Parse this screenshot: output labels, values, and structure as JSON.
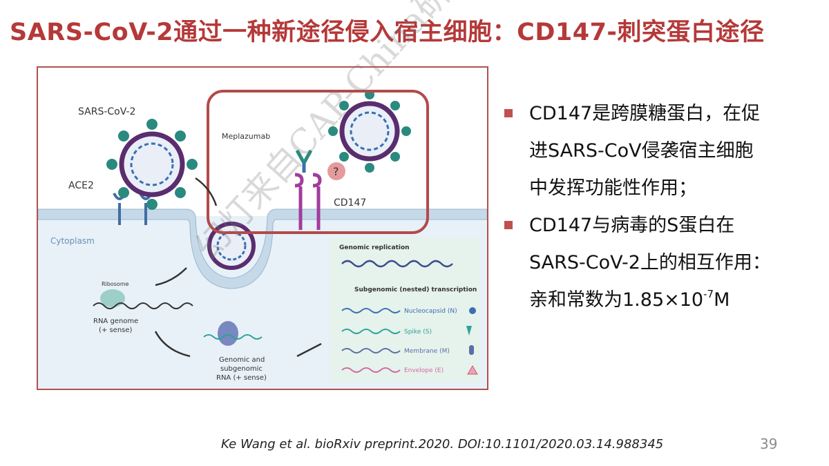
{
  "title": "SARS-CoV-2通过一种新途径侵入宿主细胞：CD147-刺突蛋白途径",
  "figure": {
    "labels": {
      "sars_cov_2": "SARS-CoV-2",
      "ace2": "ACE2",
      "meplazumab": "Meplazumab",
      "cd147": "CD147",
      "question": "?",
      "cytoplasm": "Cytoplasm",
      "ribosome": "Ribosome",
      "rna_genome_1": "RNA genome",
      "rna_genome_2": "(+ sense)",
      "genomic_sub_1": "Genomic and",
      "genomic_sub_2": "subgenomic",
      "genomic_sub_3": "RNA (+ sense)",
      "genomic_replication": "Genomic replication",
      "subgenomic_transcription": "Subgenomic (nested) transcription",
      "nucleocapsid": "Nucleocapsid (N)",
      "spike": "Spike (S)",
      "membrane": "Membrane (M)",
      "envelope": "Envelope (E)"
    },
    "colors": {
      "highlight_box": "#b34a4a",
      "virus_teal": "#2a8a80",
      "virus_purple": "#5a2d6e",
      "membrane_blue": "#c5d9e8",
      "cytoplasm_bg": "#e8f1f8",
      "panel_bg": "#e6f2ec",
      "nucleocapsid": "#3a6fb0",
      "spike": "#2aa39a",
      "membrane_m": "#5a6fa8",
      "envelope": "#d06ba0"
    }
  },
  "bullets": [
    {
      "lines": [
        "CD147是跨膜糖蛋白，在促",
        "进SARS-CoV侵袭宿主细胞",
        "中发挥功能性作用；"
      ]
    },
    {
      "lines": [
        "CD147与病毒的S蛋白在",
        "SARS-CoV-2上的相互作用："
      ],
      "last_prefix": "亲和常数为1.85×10",
      "last_sup": "-7",
      "last_suffix": "M"
    }
  ],
  "citation": "Ke Wang et al. bioRxiv preprint.2020. DOI:10.1101/2020.03.14.988345",
  "page_number": "39",
  "watermark": "幻灯来自CAP-China研究平台"
}
